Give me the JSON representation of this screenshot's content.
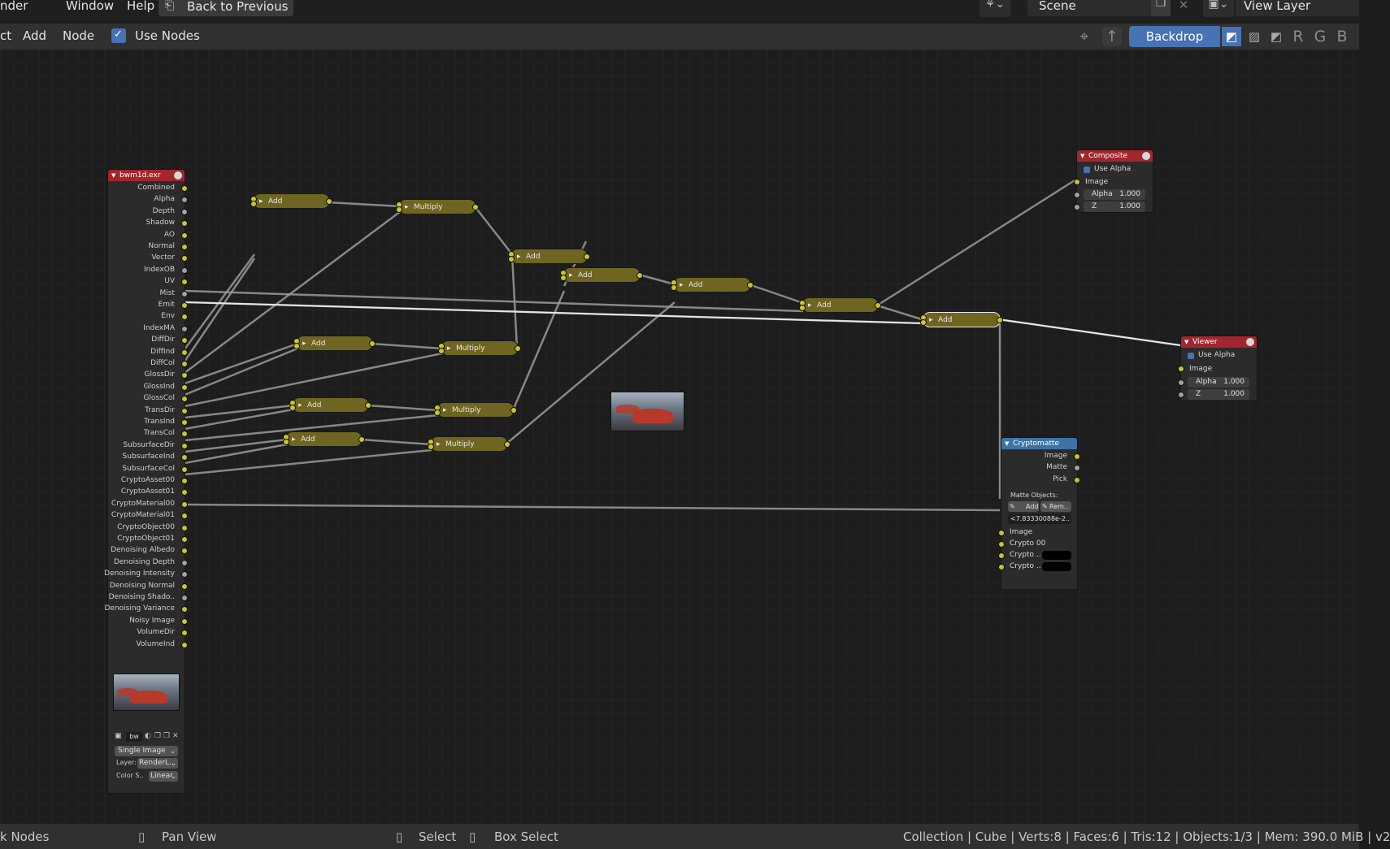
{
  "topbar": {
    "menus": [
      "nder",
      "Window",
      "Help"
    ],
    "back_button": "Back to Previous",
    "scene": "Scene",
    "view_layer": "View Layer"
  },
  "header": {
    "menus": [
      "ct",
      "Add",
      "Node"
    ],
    "use_nodes": "Use Nodes",
    "use_nodes_checked": true,
    "backdrop": "Backdrop",
    "channels": [
      "R",
      "G",
      "B"
    ]
  },
  "image_node": {
    "title": "bwm1d.exr",
    "outputs": [
      "Combined",
      "Alpha",
      "Depth",
      "Shadow",
      "AO",
      "Normal",
      "Vector",
      "IndexOB",
      "UV",
      "Mist",
      "Emit",
      "Env",
      "IndexMA",
      "DiffDir",
      "DiffInd",
      "DiffCol",
      "GlossDir",
      "GlossInd",
      "GlossCol",
      "TransDir",
      "TransInd",
      "TransCol",
      "SubsurfaceDir",
      "SubsurfaceInd",
      "SubsurfaceCol",
      "CryptoAsset00",
      "CryptoAsset01",
      "CryptoMaterial00",
      "CryptoMaterial01",
      "CryptoObject00",
      "CryptoObject01",
      "Denoising Albedo",
      "Denoising Depth",
      "Denoising Intensity",
      "Denoising Normal",
      "Denoising Shado..",
      "Denoising Variance",
      "Noisy Image",
      "VolumeDir",
      "VolumeInd"
    ],
    "image_name": "bw",
    "source": "Single Image",
    "layer_label": "Layer:",
    "layer_value": "RenderL..",
    "color_label": "Color S..",
    "color_value": "Linear"
  },
  "math_nodes": {
    "add_label": "Add",
    "multiply_label": "Multiply"
  },
  "composite_node": {
    "title": "Composite",
    "use_alpha": "Use Alpha",
    "image": "Image",
    "alpha_label": "Alpha",
    "alpha_value": "1.000",
    "z_label": "Z",
    "z_value": "1.000"
  },
  "viewer_node": {
    "title": "Viewer",
    "use_alpha": "Use Alpha",
    "image": "Image",
    "alpha_label": "Alpha",
    "alpha_value": "1.000",
    "z_label": "Z",
    "z_value": "1.000"
  },
  "crypto_node": {
    "title": "Cryptomatte",
    "outputs": [
      "Image",
      "Matte",
      "Pick"
    ],
    "matte_objects_label": "Matte Objects:",
    "add_button": "Add",
    "remove_button": "Rem..",
    "matte_value": "<7.83330088e-2..",
    "inputs": [
      "Image",
      "Crypto 00",
      "Crypto ..",
      "Crypto .."
    ]
  },
  "statusbar": {
    "left": "k Nodes",
    "pan": "Pan View",
    "select": "Select",
    "box_select": "Box Select",
    "stats": "Collection | Cube | Verts:8 | Faces:6 | Tris:12 | Objects:1/3 | Mem: 390.0 MiB | v2"
  },
  "colors": {
    "image_header": "#a3262e",
    "composite_header": "#a3262e",
    "crypto_header": "#3e73a5",
    "math_node": "#6e6520",
    "socket_yellow": "#c7c729",
    "socket_gray": "#a1a1a1",
    "accent": "#4772b3"
  },
  "icons": [
    "back-icon",
    "scene-icon",
    "copy-icon",
    "close-icon",
    "view-layer-icon",
    "pin-icon",
    "parent-icon",
    "backdrop-icon",
    "image-icon",
    "checkbox-icon",
    "eyedropper-icon",
    "mouse-icon"
  ]
}
